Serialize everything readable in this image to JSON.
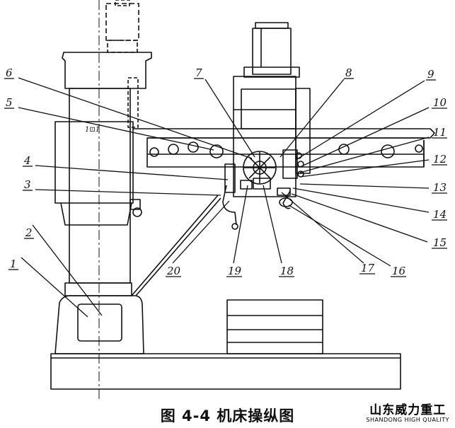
{
  "figure": {
    "caption": "图 4-4 机床操纵图",
    "plate_text": "1⊡1",
    "callouts": [
      {
        "n": "1"
      },
      {
        "n": "2"
      },
      {
        "n": "3"
      },
      {
        "n": "4"
      },
      {
        "n": "5"
      },
      {
        "n": "6"
      },
      {
        "n": "7"
      },
      {
        "n": "8"
      },
      {
        "n": "9"
      },
      {
        "n": "10"
      },
      {
        "n": "11"
      },
      {
        "n": "12"
      },
      {
        "n": "13"
      },
      {
        "n": "14"
      },
      {
        "n": "15"
      },
      {
        "n": "16"
      },
      {
        "n": "17"
      },
      {
        "n": "18"
      },
      {
        "n": "19"
      },
      {
        "n": "20"
      }
    ]
  },
  "brand": {
    "name_zh": "山东威力重工",
    "name_en": "SHANDONG HIGH QUALITY"
  }
}
